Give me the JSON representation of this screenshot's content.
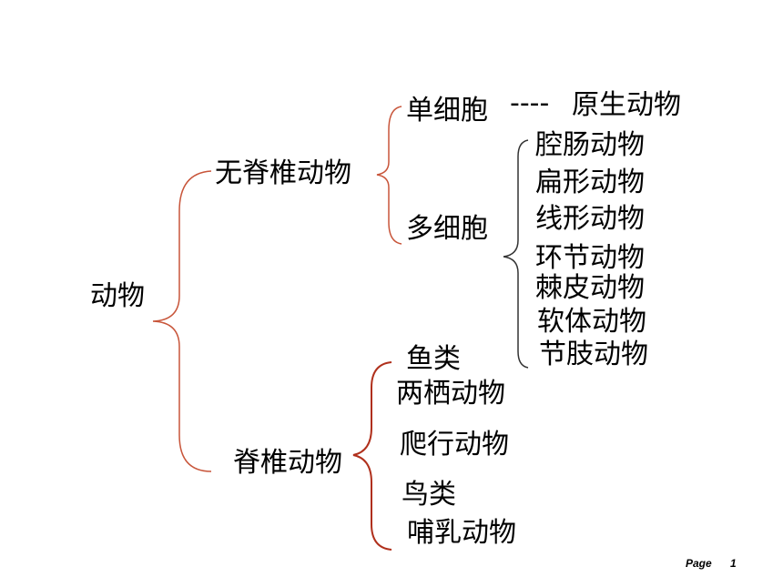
{
  "root": {
    "label": "动物"
  },
  "invertebrates": {
    "label": "无脊椎动物",
    "single_cell": {
      "label": "单细胞",
      "arrow": "----",
      "result": "原生动物"
    },
    "multi_cell": {
      "label": "多细胞",
      "items": [
        "腔肠动物",
        "扁形动物",
        "线形动物",
        "环节动物",
        "棘皮动物",
        "软体动物",
        "节肢动物"
      ]
    }
  },
  "vertebrates": {
    "label": "脊椎动物",
    "items": [
      "鱼类",
      "两栖动物",
      "爬行动物",
      "鸟类",
      "哺乳动物"
    ]
  },
  "footer": {
    "page_label": "Page",
    "page_number": "1"
  },
  "colors": {
    "brace_orange": "#c8553a",
    "brace_gray": "#333333",
    "brace_red": "#b0301c"
  }
}
